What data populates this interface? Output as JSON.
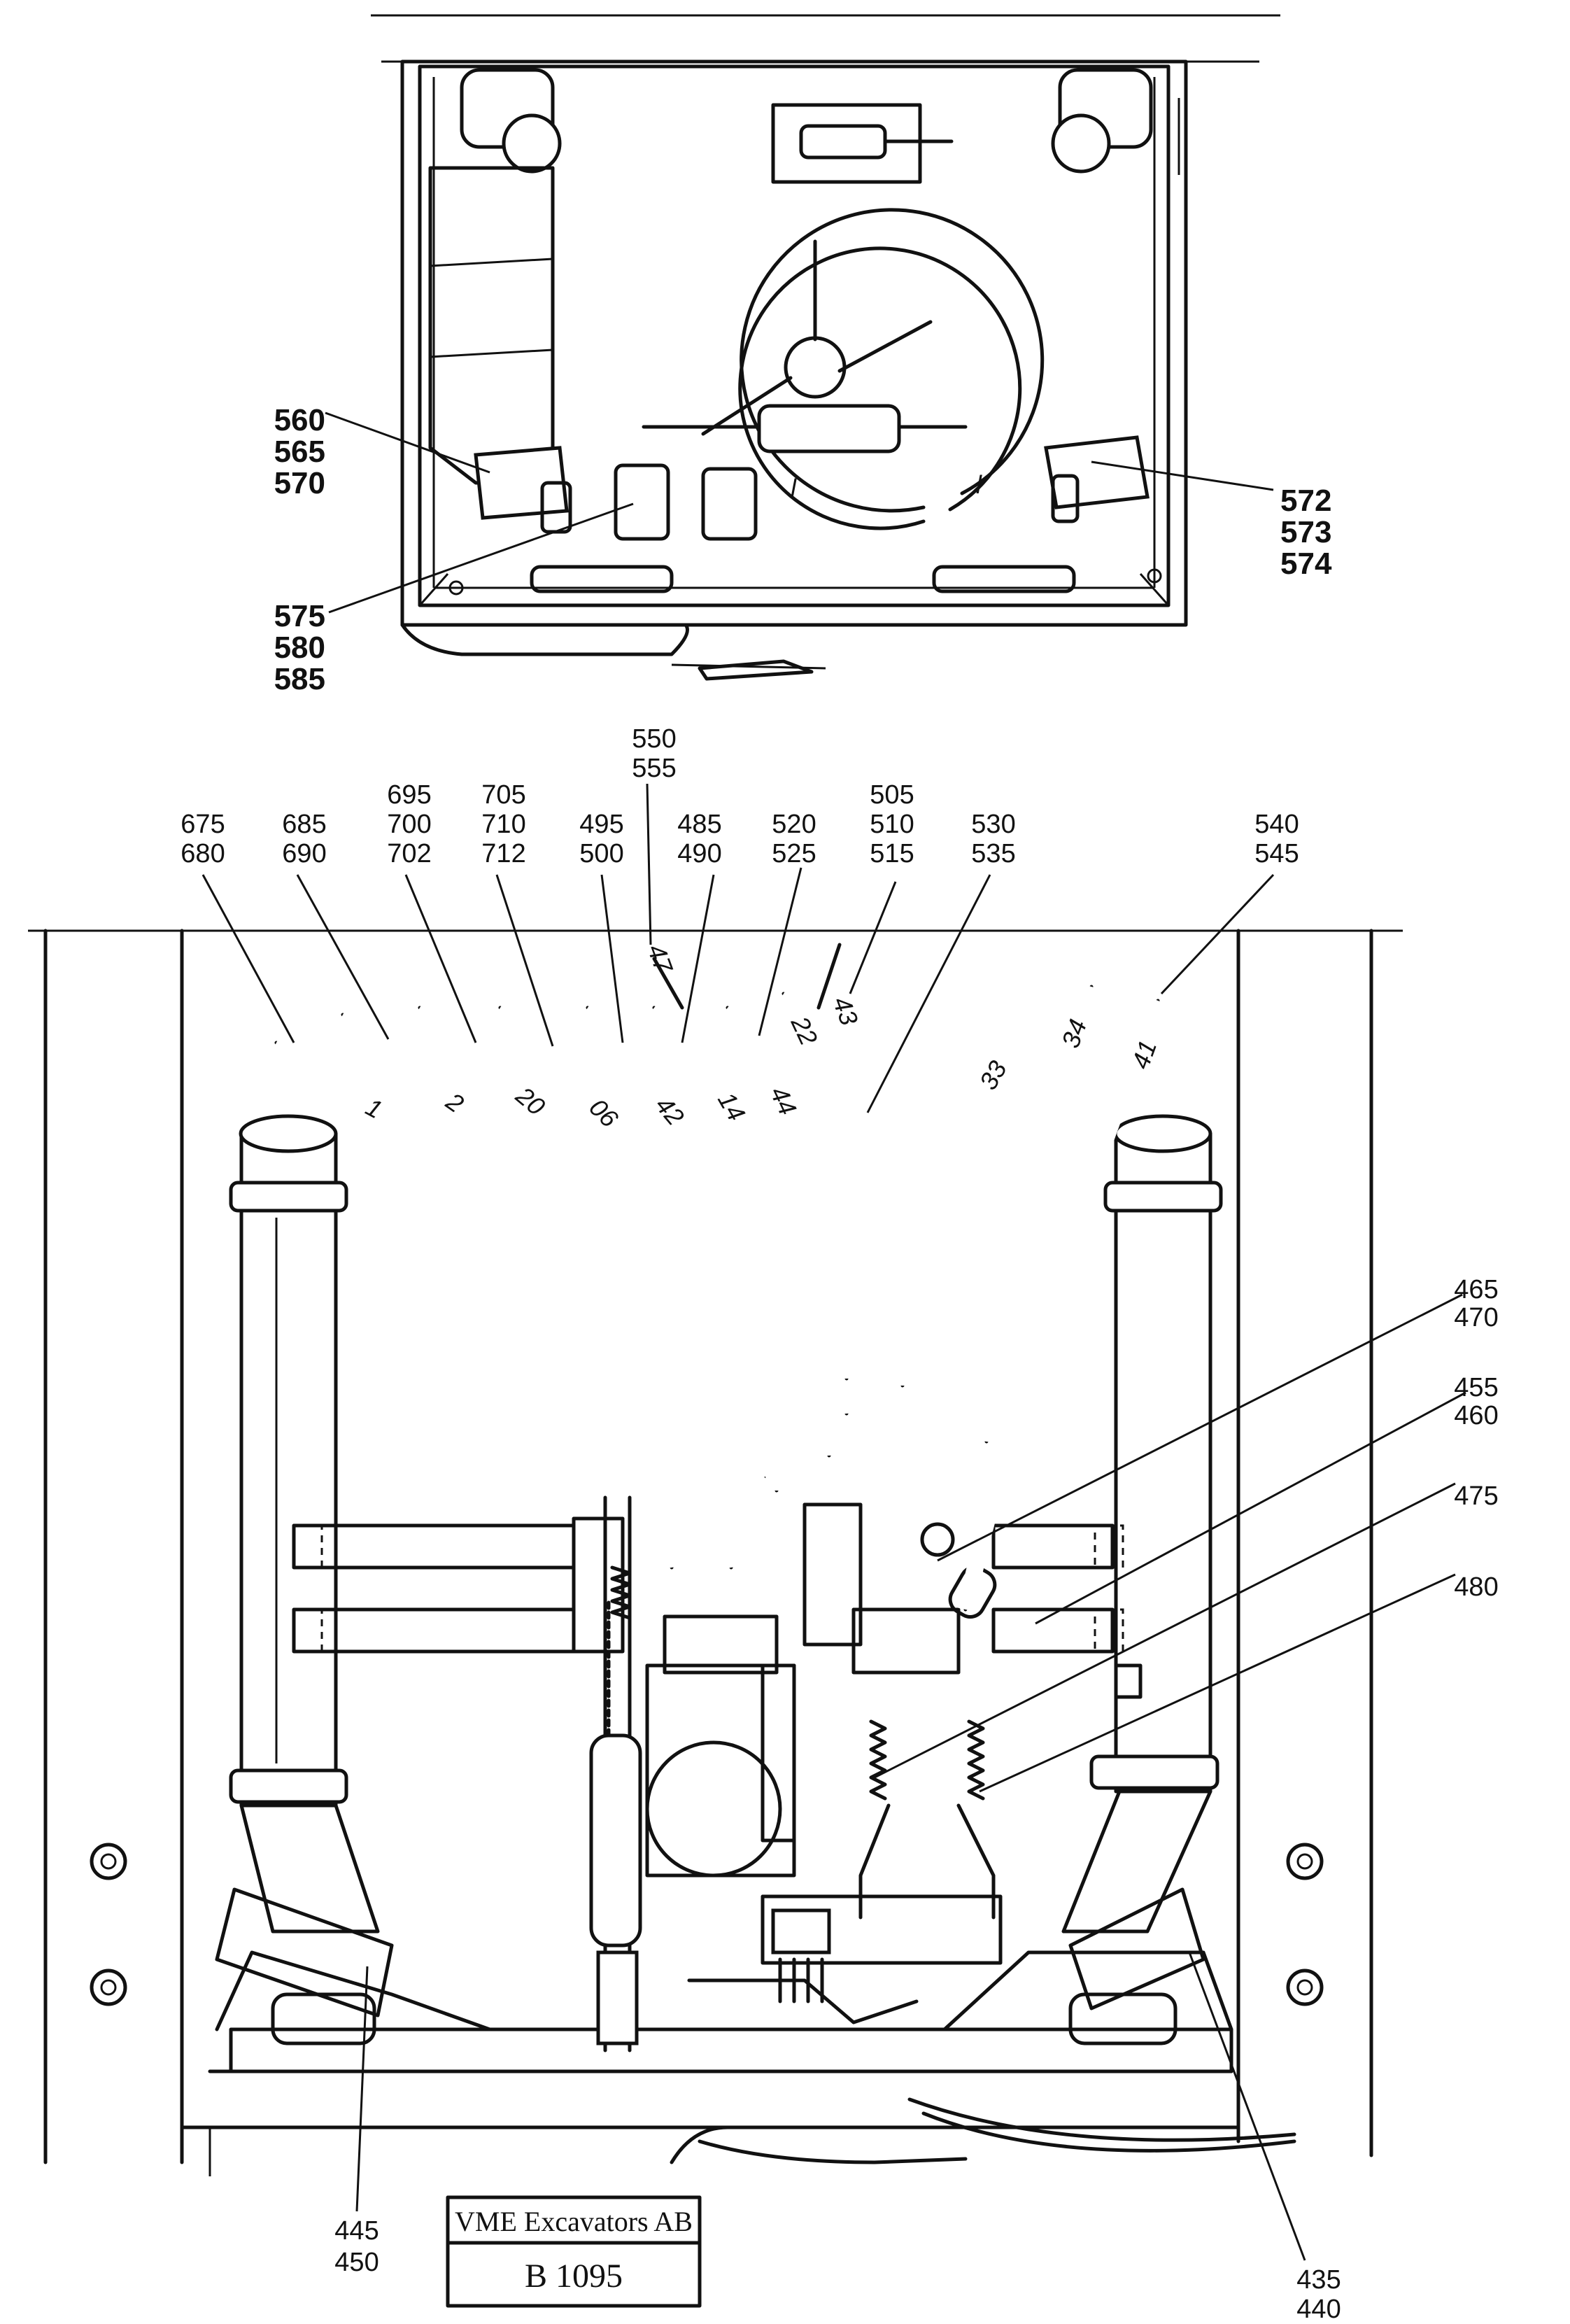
{
  "callouts_top": [
    {
      "id": "cab-left-window",
      "lines": [
        "560",
        "565",
        "570"
      ]
    },
    {
      "id": "cab-right-window",
      "lines": [
        "572",
        "573",
        "574"
      ]
    },
    {
      "id": "cab-centre-bracket",
      "lines": [
        "575",
        "580",
        "585"
      ]
    }
  ],
  "callouts_hoses": [
    {
      "id": "h1",
      "lines": [
        "675",
        "680"
      ]
    },
    {
      "id": "h2",
      "lines": [
        "685",
        "690"
      ]
    },
    {
      "id": "h3",
      "lines": [
        "695",
        "700",
        "702"
      ]
    },
    {
      "id": "h4",
      "lines": [
        "705",
        "710",
        "712"
      ]
    },
    {
      "id": "h5",
      "lines": [
        "495",
        "500"
      ]
    },
    {
      "id": "h6",
      "lines": [
        "550",
        "555"
      ]
    },
    {
      "id": "h7",
      "lines": [
        "485",
        "490"
      ]
    },
    {
      "id": "h8",
      "lines": [
        "520",
        "525"
      ]
    },
    {
      "id": "h9",
      "lines": [
        "505",
        "510",
        "515"
      ]
    },
    {
      "id": "h10",
      "lines": [
        "530",
        "535"
      ]
    },
    {
      "id": "h11",
      "lines": [
        "540",
        "545"
      ]
    }
  ],
  "callouts_right": [
    {
      "id": "r1",
      "lines": [
        "465",
        "470"
      ]
    },
    {
      "id": "r2",
      "lines": [
        "455",
        "460"
      ]
    },
    {
      "id": "r3",
      "lines": [
        "475"
      ]
    },
    {
      "id": "r4",
      "lines": [
        "480"
      ]
    }
  ],
  "callouts_bottom": [
    {
      "id": "b-left",
      "lines": [
        "445",
        "450"
      ]
    },
    {
      "id": "b-right",
      "lines": [
        "435",
        "440"
      ]
    }
  ],
  "hose_numbers": [
    "1",
    "2",
    "20",
    "06",
    "42",
    "14",
    "44",
    "22",
    "43",
    "47",
    "33",
    "34",
    "41"
  ],
  "title_block": {
    "company": "VME Excavators AB",
    "drawing_no": "B 1095"
  }
}
